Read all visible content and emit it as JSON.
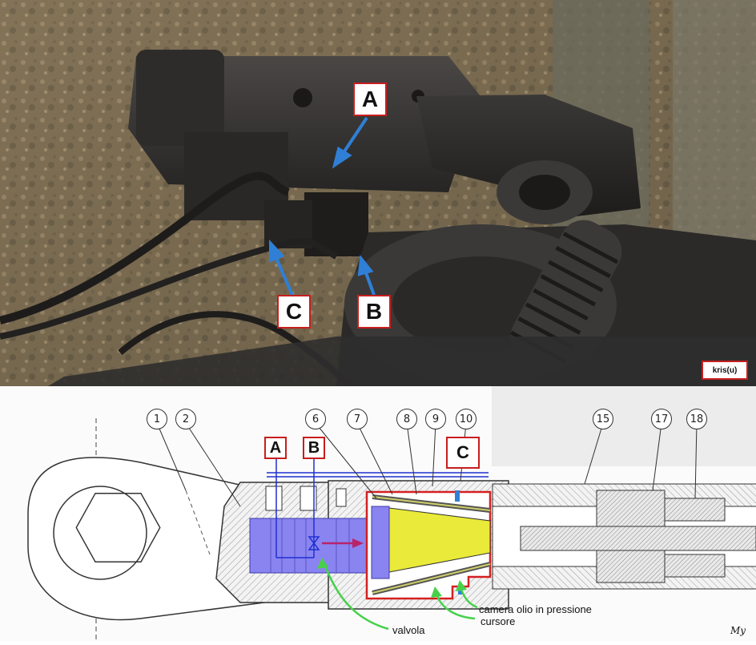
{
  "photo": {
    "markers": {
      "a": "A",
      "b": "B",
      "c": "C"
    },
    "credit": "kris(u)"
  },
  "diagram": {
    "markers": {
      "a": "A",
      "b": "B",
      "c": "C"
    },
    "part_numbers": [
      "1",
      "2",
      "6",
      "7",
      "8",
      "9",
      "10",
      "15",
      "17",
      "18"
    ],
    "callouts": {
      "chamber": "camera olio in pressione",
      "cursor": "cursore",
      "valve": "valvola"
    },
    "signature": "My"
  },
  "colors": {
    "marker_border": "#c81e1e",
    "arrow_blue": "#2f7fd6",
    "piston_purple": "#8a84f0",
    "cone_yellow": "#eaea3a",
    "green_leader": "#47d14a"
  }
}
